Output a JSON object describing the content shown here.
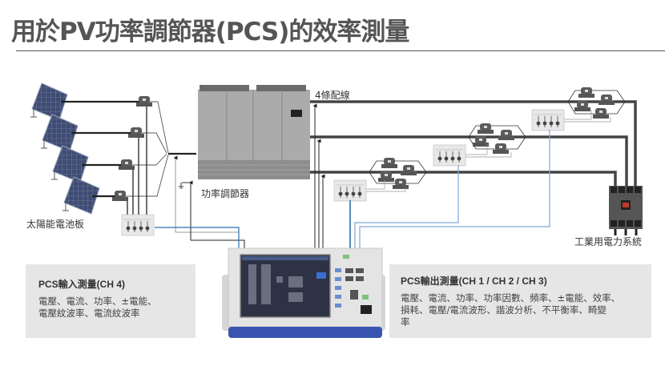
{
  "title": "用於PV功率調節器(PCS)的效率測量",
  "labels": {
    "solar_panels": "太陽能電池板",
    "pcs": "功率調節器",
    "wiring": "4條配線",
    "grid": "工業用電力系統"
  },
  "input_box": {
    "title": "PCS輸入測量(CH 4)",
    "lines": [
      "電壓、電流、功率、±電能、",
      "電壓紋波率、電流紋波率"
    ]
  },
  "output_box": {
    "title": "PCS輸出測量(CH 1 / CH 2 / CH 3)",
    "lines": [
      "電壓、電流、功率、功率因數、頻率、±電能、效率、",
      "損耗、電壓/電流波形、諧波分析、不平衡率、畸變",
      "率"
    ]
  },
  "colors": {
    "title": "#555555",
    "signal_line": "#2a6fb5",
    "signal_line_light": "#7fa6d6",
    "panel": "#3d4a6b",
    "cabinet": "#a9a9a9",
    "box_bg": "#e6e6e6",
    "instrument_bar": "#3a55b0"
  }
}
